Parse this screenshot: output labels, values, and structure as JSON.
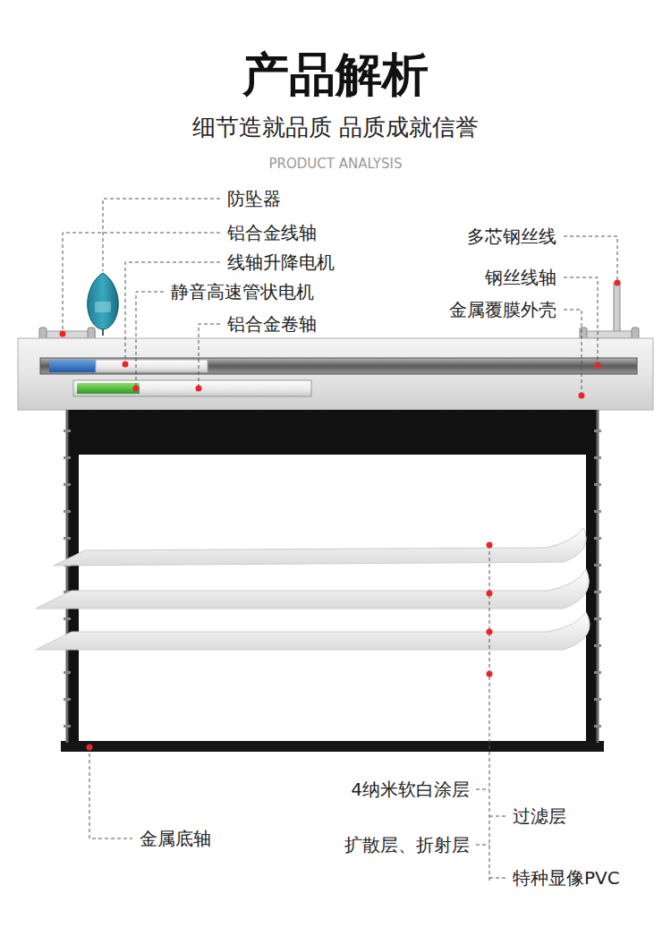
{
  "diagram": {
    "title": "产品解析",
    "labels": [
      "细节造就品质 品质成就信誉",
      "PRODUCT ANALYSIS",
      "防坠器",
      "铝合金线轴",
      "线轴升降电机",
      "静音高速管状电机",
      "铝合金卷轴",
      "多芯钢丝线",
      "钢丝线轴",
      "金属覆膜外壳",
      "4纳米软白涂层",
      "过滤层",
      "扩散层、折射层",
      "特种显像PVC",
      "金属底轴"
    ]
  }
}
